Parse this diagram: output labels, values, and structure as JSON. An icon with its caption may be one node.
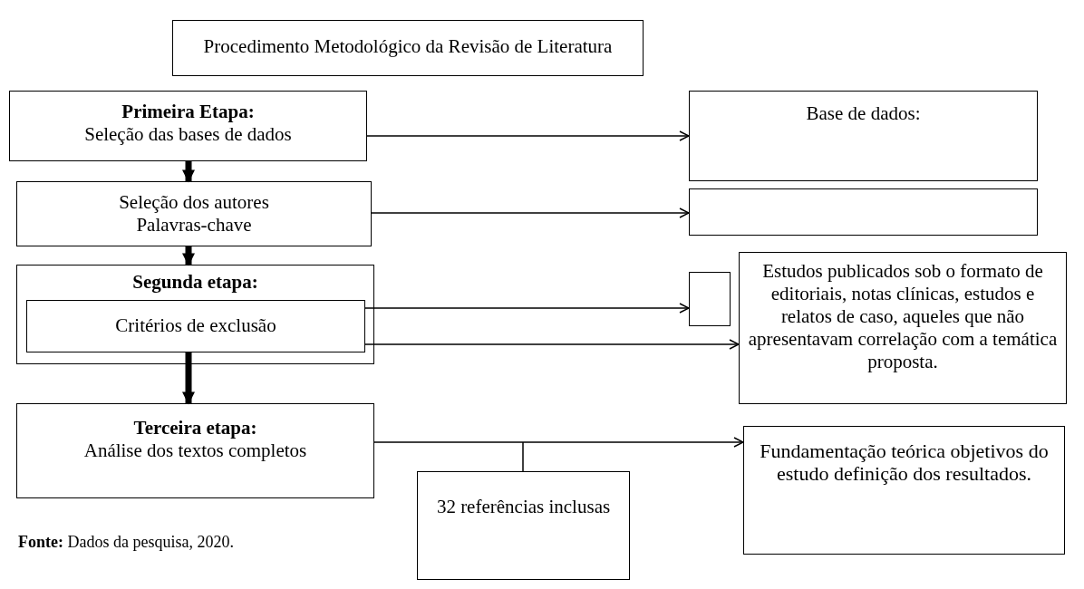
{
  "diagram": {
    "caption": "**Fonte:** Dados da pesquisa, 2020.",
    "nodes": [
      {
        "text": [
          "Procedimento Metodológico da Revisão de Literatura"
        ]
      },
      {
        "text": [
          "Primeira Etapa:",
          "Seleção das bases de dados"
        ]
      },
      {
        "text": [
          "Base de dados:"
        ]
      },
      {
        "text": [
          "Seleção dos autores",
          "Palavras-chave"
        ]
      },
      {
        "text": [],
        "shape": "box"
      },
      {
        "text": [
          "Segunda etapa:"
        ]
      },
      {
        "text": [
          "Critérios de exclusão"
        ],
        "in": 5
      },
      {
        "text": [],
        "shape": "box"
      },
      {
        "text": [
          "Estudos publicados sob o formato de editoriais, notas clínicas, estudos e relatos de caso, aqueles que não apresentavam correlação com a temática proposta."
        ]
      },
      {
        "text": [
          "Terceira etapa:",
          "Análise dos textos completos"
        ]
      },
      {
        "text": [
          "Fundamentação teórica objetivos do estudo definição dos resultados."
        ]
      },
      {
        "text": [
          "32 referências inclusas"
        ]
      }
    ],
    "edges": [
      {
        "from": 1,
        "to": 3,
        "arrow": "to",
        "style": "thick"
      },
      {
        "from": 3,
        "to": 5,
        "arrow": "to",
        "style": "thick"
      },
      {
        "from": 6,
        "to": 9,
        "arrow": "to",
        "style": "thick"
      },
      {
        "from": 1,
        "to": 2,
        "arrow": "to"
      },
      {
        "from": 3,
        "to": 4,
        "arrow": "to"
      },
      {
        "from": 6,
        "to": 7,
        "arrow": "to"
      },
      {
        "from": 6,
        "to": 8,
        "arrow": "to"
      },
      {
        "from": 9,
        "to": 10,
        "arrow": "to"
      },
      {
        "from": 11,
        "to": null,
        "arrow": "none"
      }
    ]
  }
}
